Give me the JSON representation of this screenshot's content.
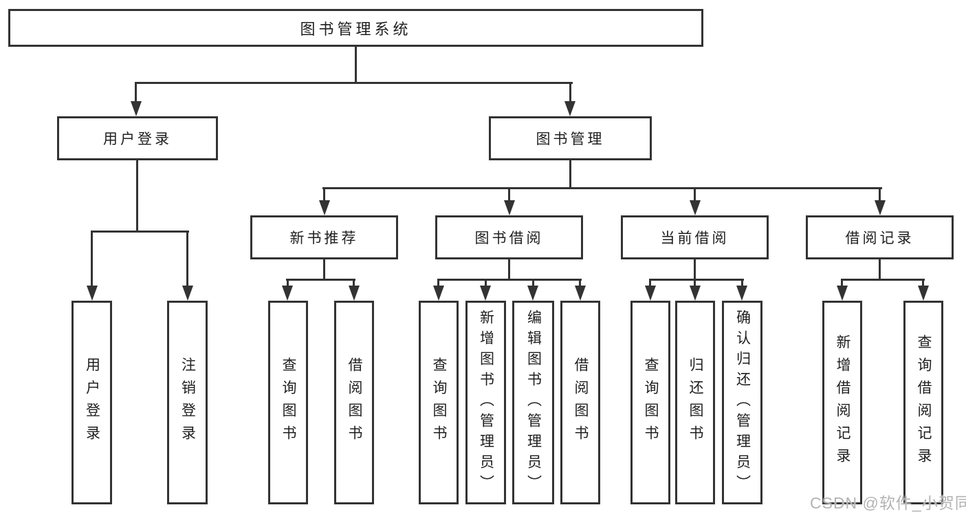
{
  "diagram": {
    "root": {
      "label": "图书管理系统"
    },
    "user_login": {
      "label": "用户登录",
      "children": [
        {
          "label": "用户登录"
        },
        {
          "label": "注销登录"
        }
      ]
    },
    "book_management": {
      "label": "图书管理",
      "children": [
        {
          "label": "新书推荐",
          "children": [
            {
              "label": "查询图书"
            },
            {
              "label": "借阅图书"
            }
          ]
        },
        {
          "label": "图书借阅",
          "children": [
            {
              "label": "查询图书"
            },
            {
              "label": "新增图书（管理员）"
            },
            {
              "label": "编辑图书（管理员）"
            },
            {
              "label": "借阅图书"
            }
          ]
        },
        {
          "label": "当前借阅",
          "children": [
            {
              "label": "查询图书"
            },
            {
              "label": "归还图书"
            },
            {
              "label": "确认归还（管理员）"
            }
          ]
        },
        {
          "label": "借阅记录",
          "children": [
            {
              "label": "新增借阅记录"
            },
            {
              "label": "查询借阅记录"
            }
          ]
        }
      ]
    }
  },
  "watermark": {
    "text": "CSDN @软件_小贺同学"
  },
  "colors": {
    "line": "#333333",
    "text": "#1f1f1f",
    "fill": "#ffffff",
    "wm": "#b3b3b3"
  }
}
